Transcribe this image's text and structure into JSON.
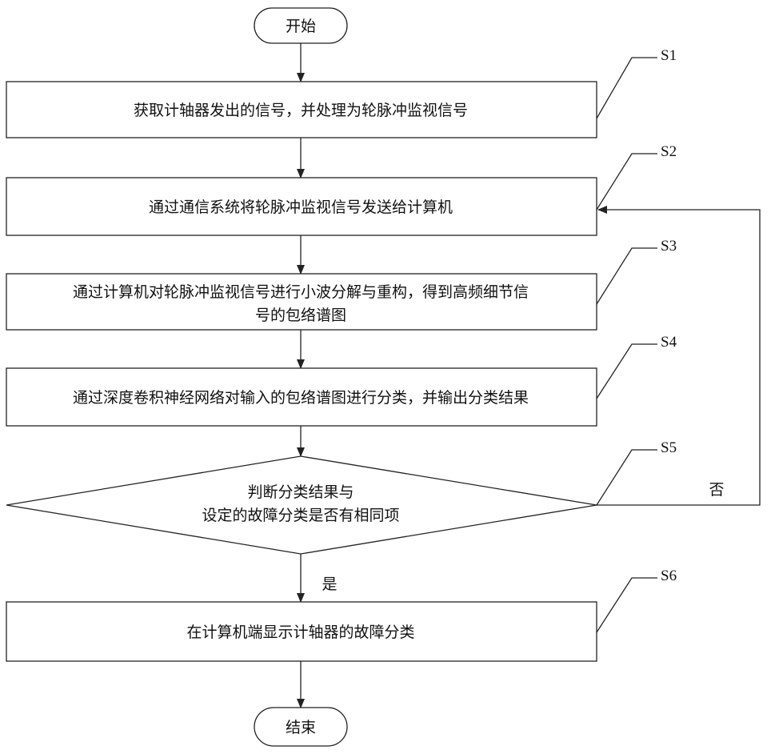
{
  "flowchart": {
    "start": "开始",
    "end": "结束",
    "steps": [
      {
        "id": "S1",
        "lines": [
          "获取计轴器发出的信号，并处理为轮脉冲监视信号"
        ]
      },
      {
        "id": "S2",
        "lines": [
          "通过通信系统将轮脉冲监视信号发送给计算机"
        ]
      },
      {
        "id": "S3",
        "lines": [
          "通过计算机对轮脉冲监视信号进行小波分解与重构，得到高频细节信",
          "号的包络谱图"
        ]
      },
      {
        "id": "S4",
        "lines": [
          "通过深度卷积神经网络对输入的包络谱图进行分类，并输出分类结果"
        ]
      },
      {
        "id": "S6",
        "lines": [
          "在计算机端显示计轴器的故障分类"
        ]
      }
    ],
    "decision": {
      "id": "S5",
      "lines": [
        "判断分类结果与",
        "设定的故障分类是否有相同项"
      ]
    },
    "yes_label": "是",
    "no_label": "否"
  }
}
